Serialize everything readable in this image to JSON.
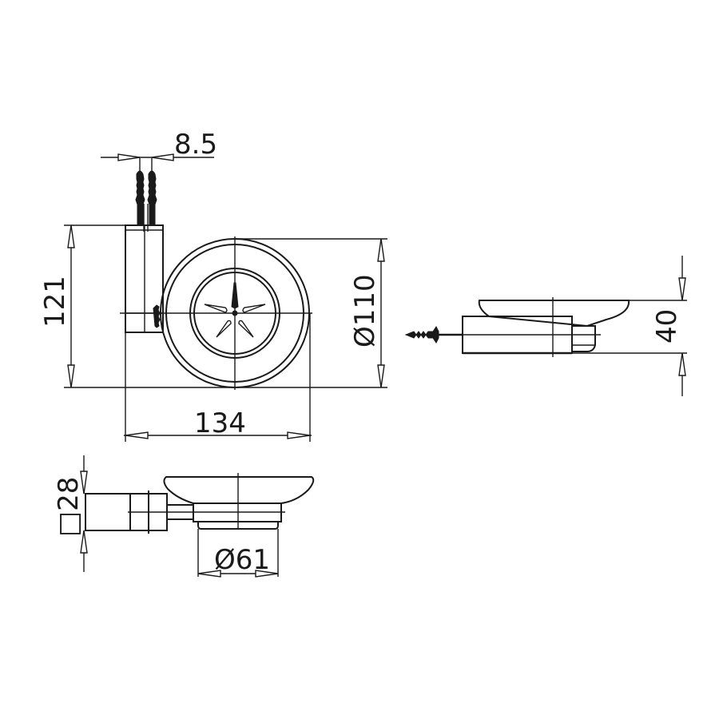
{
  "drawing": {
    "subject": "soap dish with wall mount",
    "line_color": "#1a1a1a",
    "background": "#ffffff",
    "views": {
      "front": {
        "dimensions": {
          "anchor_spacing": "8.5",
          "height": "121",
          "dish_diameter": "Ø110",
          "width": "134"
        }
      },
      "side": {
        "dimensions": {
          "depth": "40"
        }
      },
      "top": {
        "dimensions": {
          "mount_square": "□28",
          "holder_diameter": "Ø61"
        }
      }
    }
  }
}
